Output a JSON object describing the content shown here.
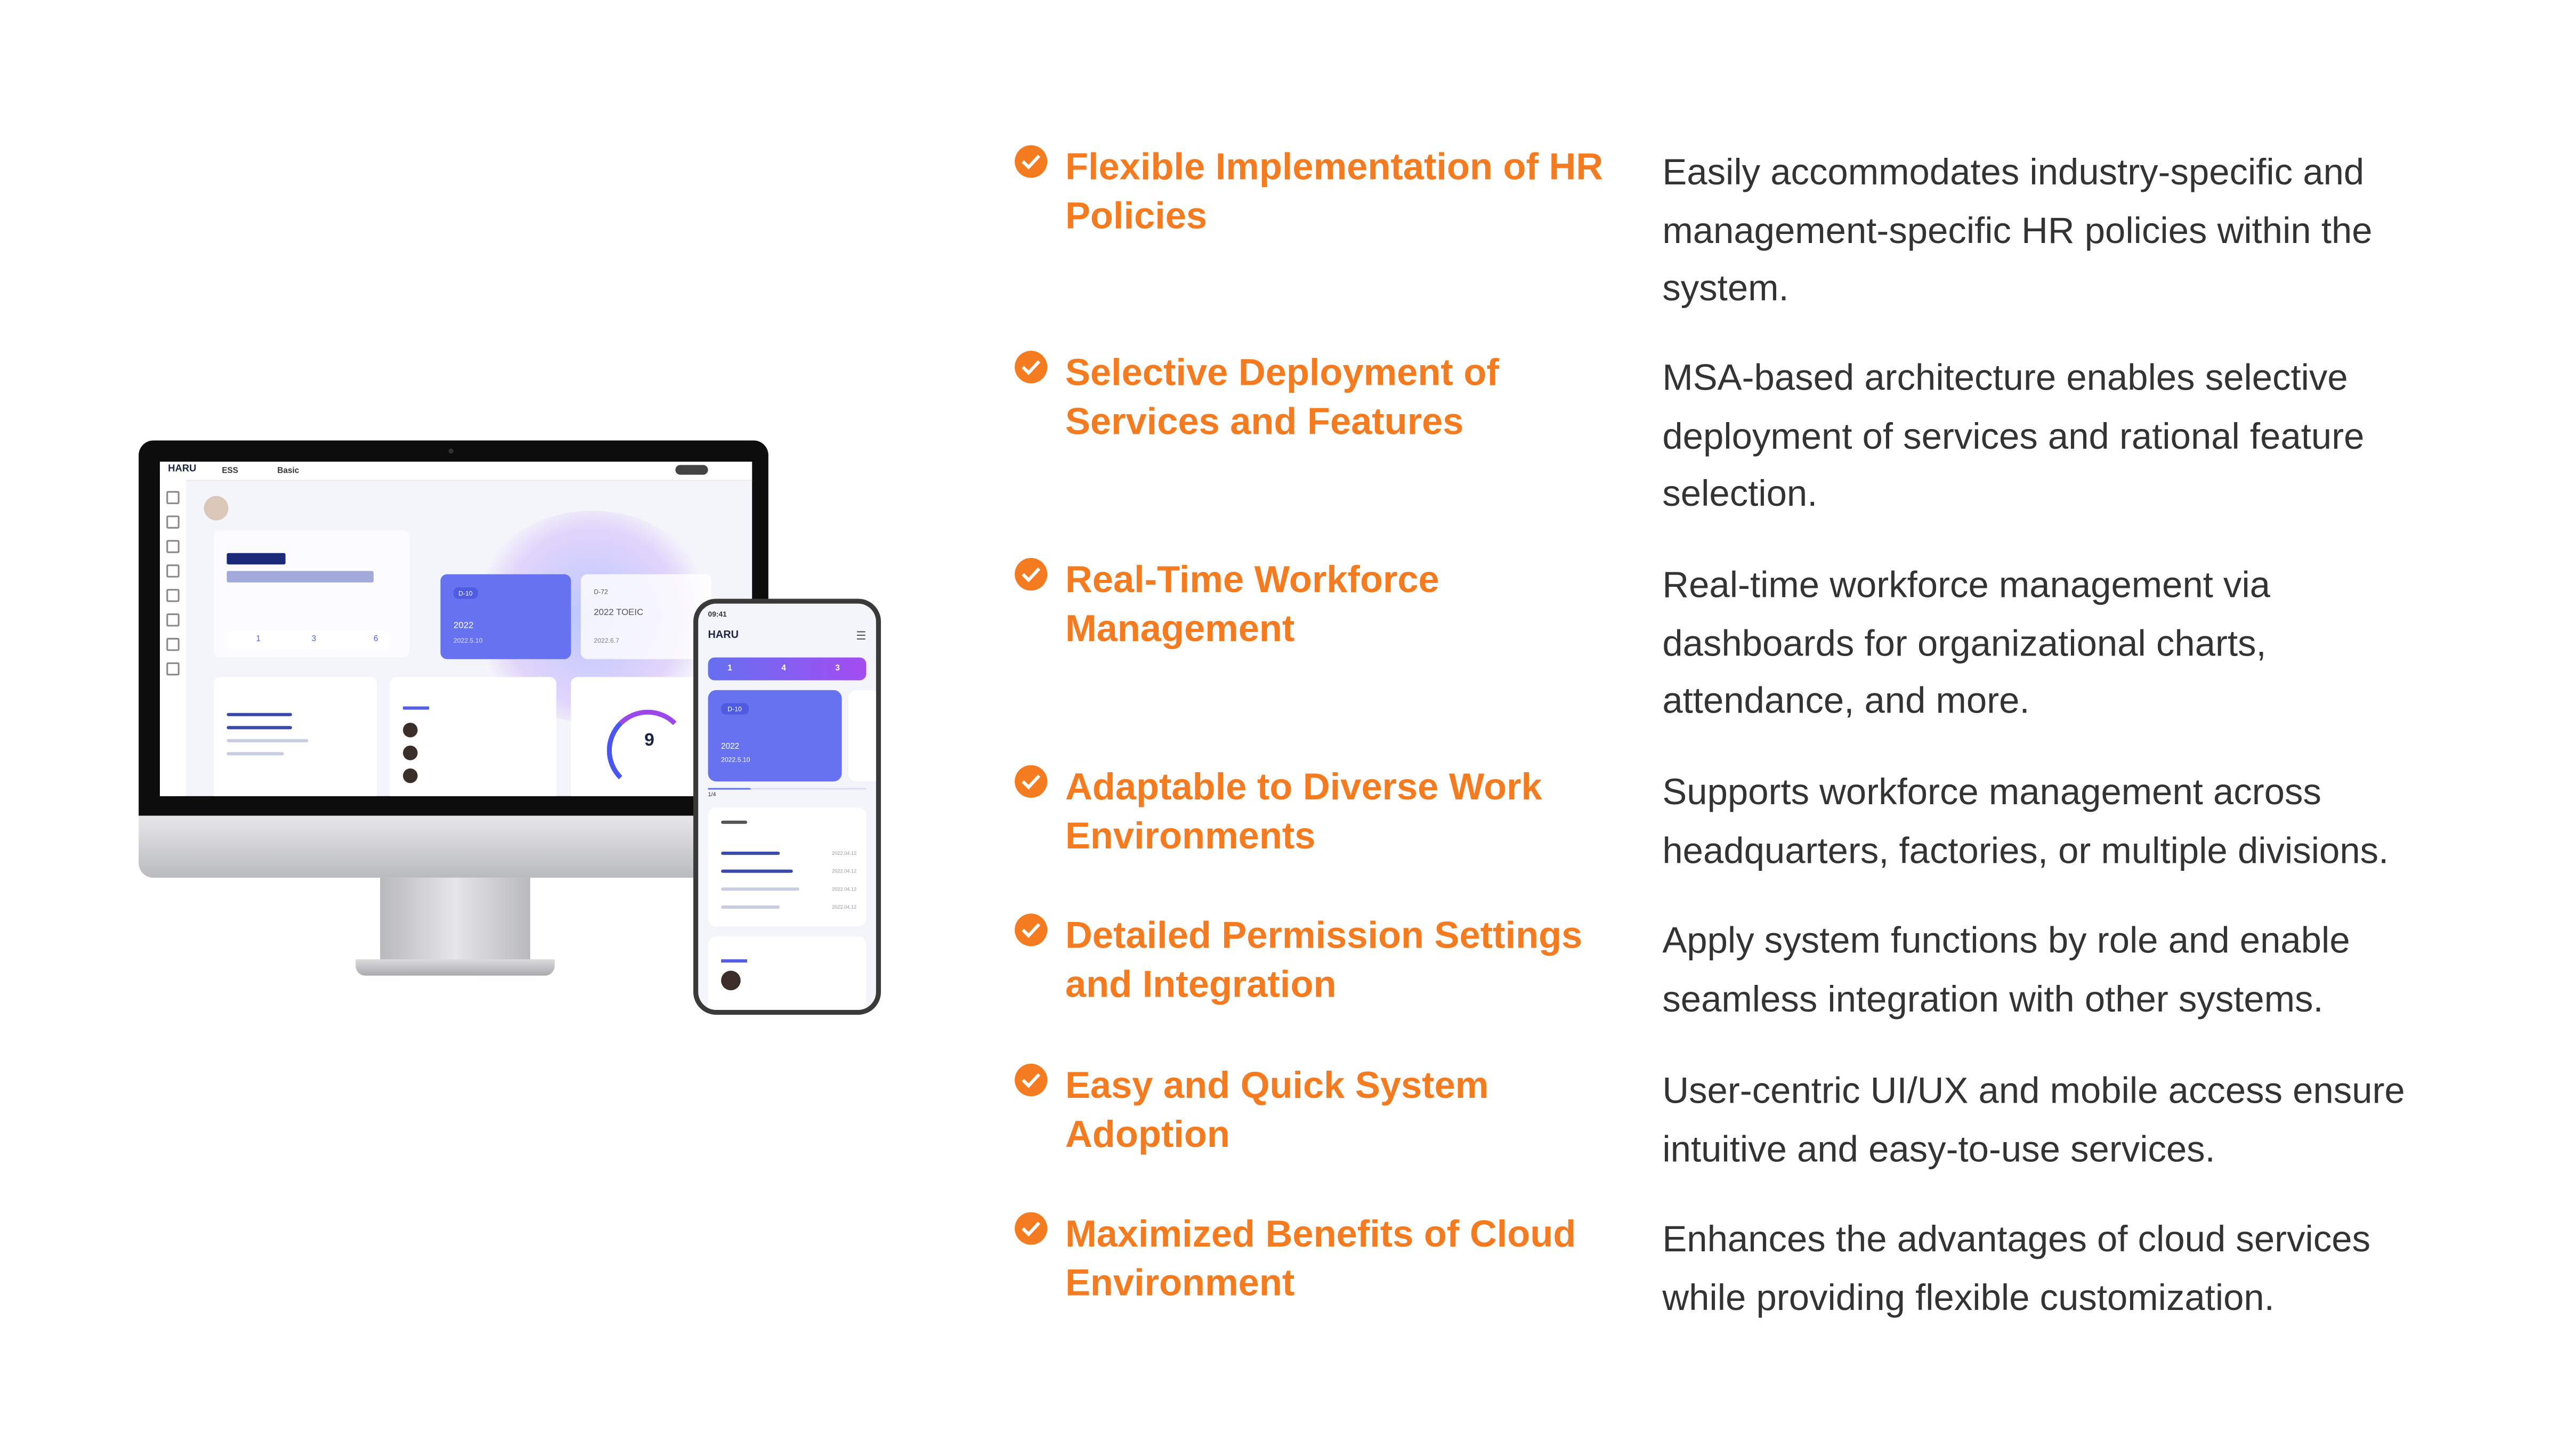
{
  "accent_color": "#F47B20",
  "features": [
    {
      "icon": "check-circle-icon",
      "title": "Flexible Implementation of HR Policies",
      "description": "Easily accommodates industry-specific and management-specific HR policies within the system."
    },
    {
      "icon": "check-circle-icon",
      "title": "Selective Deployment of Services and Features",
      "description": "MSA-based architecture enables selective deployment of services and rational feature selection."
    },
    {
      "icon": "check-circle-icon",
      "title": "Real-Time Workforce Management",
      "description": "Real-time workforce management via dashboards for organizational charts, attendance, and more."
    },
    {
      "icon": "check-circle-icon",
      "title": "Adaptable to Diverse Work Environments",
      "description": "Supports workforce management across headquarters, factories, or multiple divisions."
    },
    {
      "icon": "check-circle-icon",
      "title": "Detailed Permission Settings and Integration",
      "description": "Apply system functions by role and enable seamless integration with other systems."
    },
    {
      "icon": "check-circle-icon",
      "title": "Easy and Quick System Adoption",
      "description": "User-centric UI/UX and mobile access ensure intuitive and easy-to-use services."
    },
    {
      "icon": "check-circle-icon",
      "title": "Maximized Benefits of Cloud Environment",
      "description": "Enhances the advantages of cloud services while providing flexible customization."
    }
  ],
  "mockup": {
    "desktop": {
      "logo": "HARU",
      "nav": [
        "ESS",
        "Basic"
      ],
      "event_cards": [
        {
          "badge": "D-10",
          "title": "2022",
          "date": "2022.5.10"
        },
        {
          "badge": "D-72",
          "title": "2022 TOEIC",
          "date": "2022.6.7"
        }
      ],
      "counts": [
        "1",
        "3",
        "6"
      ],
      "leave_count": "9"
    },
    "phone": {
      "time": "09:41",
      "logo": "HARU",
      "counts": [
        "1",
        "4",
        "3"
      ],
      "event_badge": "D-10",
      "event_title": "2022",
      "event_date": "2022.5.10",
      "pager": "1/4",
      "notice_dates": [
        "2022.04.12",
        "2022.04.12",
        "2022.04.12",
        "2022.04.12"
      ]
    }
  }
}
